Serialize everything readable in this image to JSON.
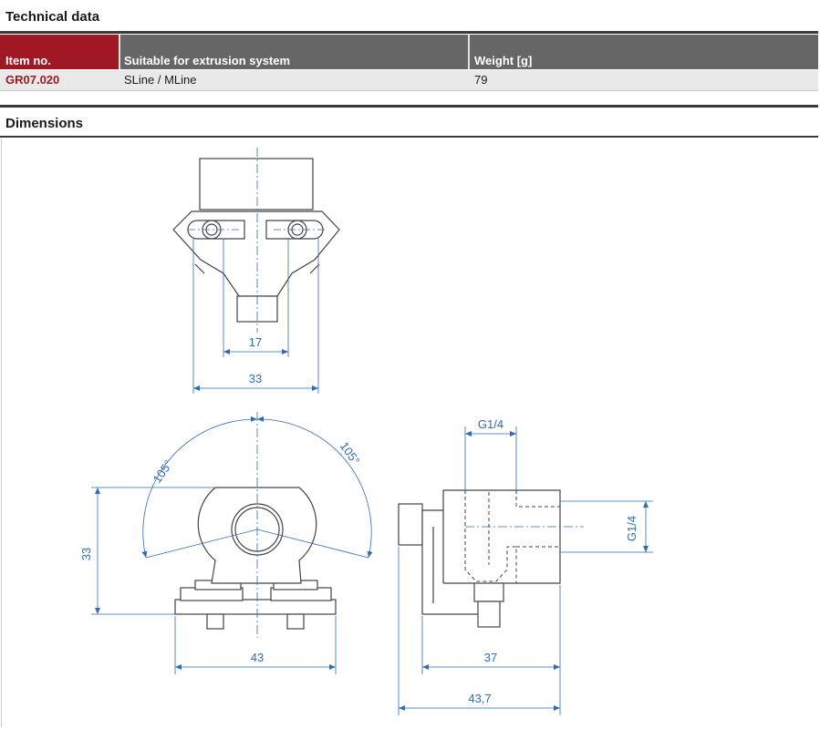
{
  "technical": {
    "title": "Technical data",
    "columns": [
      "Item no.",
      "Suitable for extrusion system",
      "Weight [g]"
    ],
    "row": {
      "item": "GR07.020",
      "system": "SLine / MLine",
      "weight": "79"
    }
  },
  "dimensions": {
    "title": "Dimensions",
    "labels": {
      "d17": "17",
      "d33_top": "33",
      "angle_left": "105°",
      "angle_right": "105°",
      "d33_height": "33",
      "d43": "43",
      "g14_top": "G1/4",
      "g14_side": "G1/4",
      "d37": "37",
      "d43_7": "43,7"
    }
  },
  "colors": {
    "accent": "#a01824",
    "header": "#666666",
    "dimension": "#2f6cb5"
  }
}
